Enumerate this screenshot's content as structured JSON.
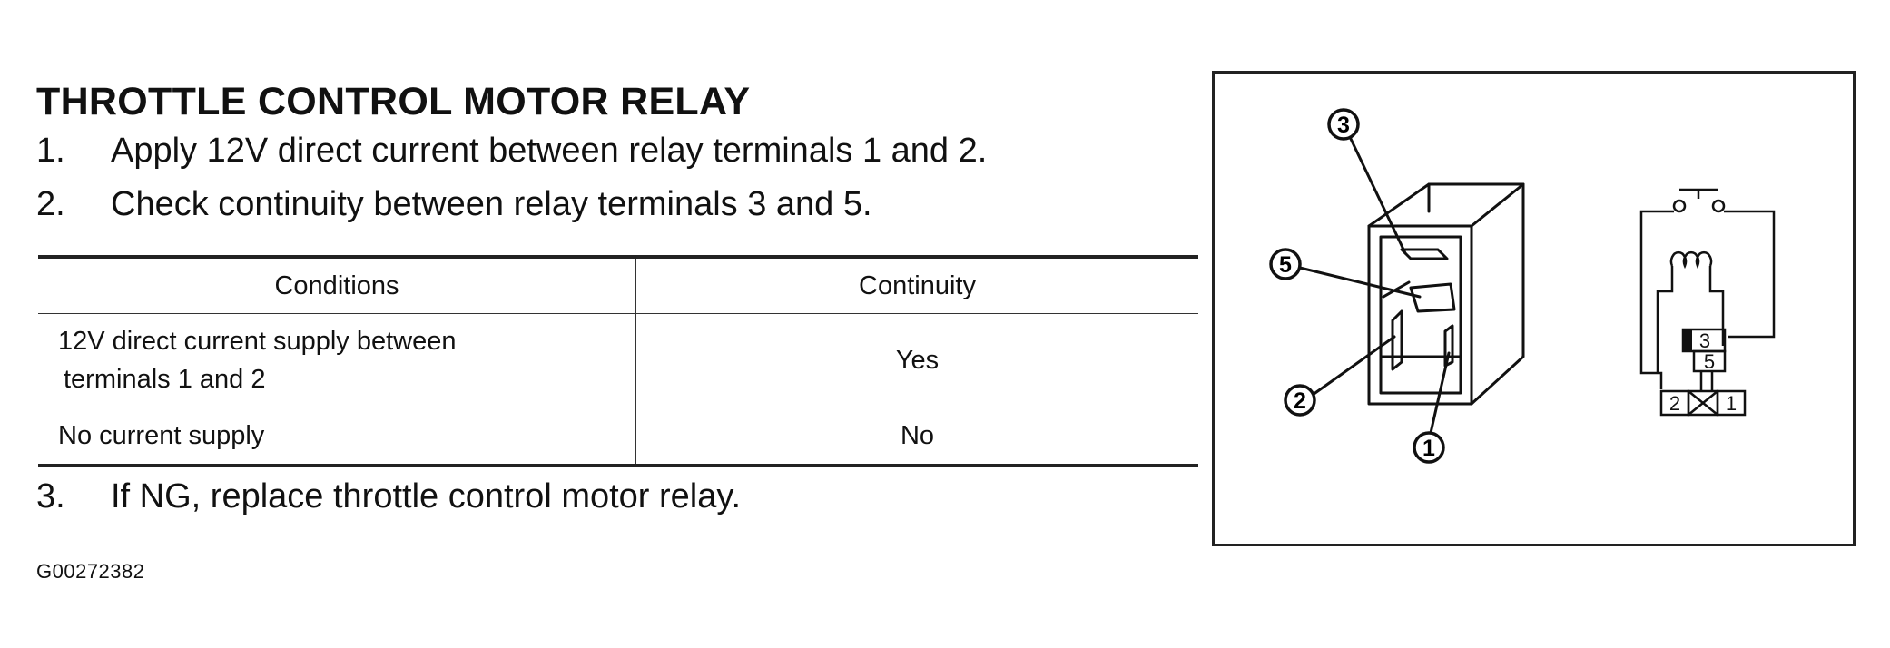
{
  "title": "THROTTLE CONTROL MOTOR RELAY",
  "steps": [
    {
      "num": "1.",
      "text": "Apply 12V direct current between relay terminals 1 and 2."
    },
    {
      "num": "2.",
      "text": "Check continuity between relay terminals 3 and 5."
    },
    {
      "num": "3.",
      "text": "If NG, replace throttle control motor relay."
    }
  ],
  "table": {
    "headers": [
      "Conditions",
      "Continuity"
    ],
    "rows": [
      {
        "condition_line1": "12V direct current supply between",
        "condition_line2": "terminals 1 and 2",
        "continuity": "Yes"
      },
      {
        "condition": "No current supply",
        "continuity": "No"
      }
    ]
  },
  "figure": {
    "callouts": [
      "3",
      "5",
      "2",
      "1"
    ],
    "schematic_terminals": [
      "3",
      "5",
      "2",
      "1"
    ]
  },
  "code": "G00272382"
}
